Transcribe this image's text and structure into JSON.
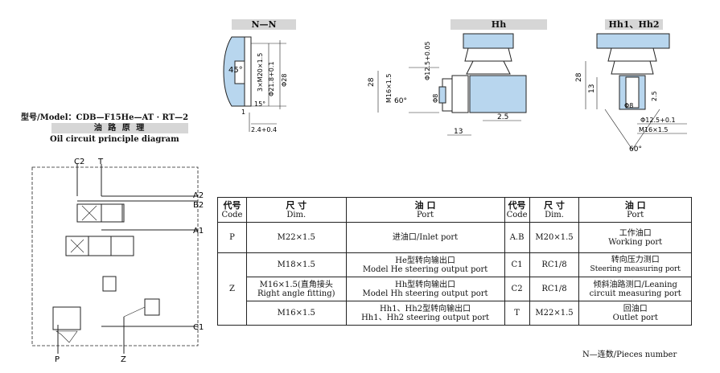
{
  "model_line": "型号/Model：CDB—F15He—AT · RT—2",
  "circuit_title_cn": "油 路 原 理",
  "circuit_title_en": "Oil circuit principle diagram",
  "views": {
    "nn": {
      "title": "N—N",
      "labels": [
        "45°",
        "3×M20×1.5",
        "Φ21.8+0.1",
        "Φ28",
        "1",
        "15°",
        "2.4+0.4"
      ]
    },
    "hh": {
      "title": "Hh",
      "labels": [
        "28",
        "M16×1.5",
        "Φ12.5+0.05",
        "60°",
        "Φ8",
        "2.5",
        "13"
      ]
    },
    "hh12": {
      "title": "Hh1、Hh2",
      "labels": [
        "28",
        "13",
        "Φ8",
        "2.5",
        "Φ12.5+0.1",
        "M16×1.5",
        "60°"
      ]
    }
  },
  "circuit_ports": [
    "C2",
    "T",
    "A2",
    "B2",
    "A1",
    "C1",
    "P",
    "Z"
  ],
  "table": {
    "headers": {
      "code_cn": "代号",
      "code_en": "Code",
      "dim_cn": "尺 寸",
      "dim_en": "Dim.",
      "port_cn": "油 口",
      "port_en": "Port"
    },
    "left": {
      "P": {
        "code": "P",
        "dim": "M22×1.5",
        "port_cn": "进油口/Inlet port",
        "port_en": ""
      },
      "Z_code": "Z",
      "z1": {
        "dim": "M18×1.5",
        "port_cn": "He型转向输出口",
        "port_en": "Model He steering output port"
      },
      "z2": {
        "dim_cn": "M16×1.5(直角接头",
        "dim_en": "Right angle fitting)",
        "port_cn": "Hh型转向输出口",
        "port_en": "Model Hh steering output port"
      },
      "z3": {
        "dim": "M16×1.5",
        "port_cn": "Hh1、Hh2型转向输出口",
        "port_en": "Hh1、Hh2 steering output port"
      }
    },
    "right": [
      {
        "code": "A.B",
        "dim": "M20×1.5",
        "port_cn": "工作油口",
        "port_en": "Working port"
      },
      {
        "code": "C1",
        "dim": "RC1/8",
        "port_cn": "转向压力测口",
        "port_en": "Steering measuring port"
      },
      {
        "code": "C2",
        "dim": "RC1/8",
        "port_cn": "倾斜油路测口/Leaning",
        "port_en": "circuit measuring port"
      },
      {
        "code": "T",
        "dim": "M22×1.5",
        "port_cn": "回油口",
        "port_en": "Outlet port"
      }
    ]
  },
  "footnote": "N—连数/Pieces number",
  "colors": {
    "metal": "#b8d6ee",
    "header_bg": "#d6d6d6",
    "line": "#222222"
  }
}
